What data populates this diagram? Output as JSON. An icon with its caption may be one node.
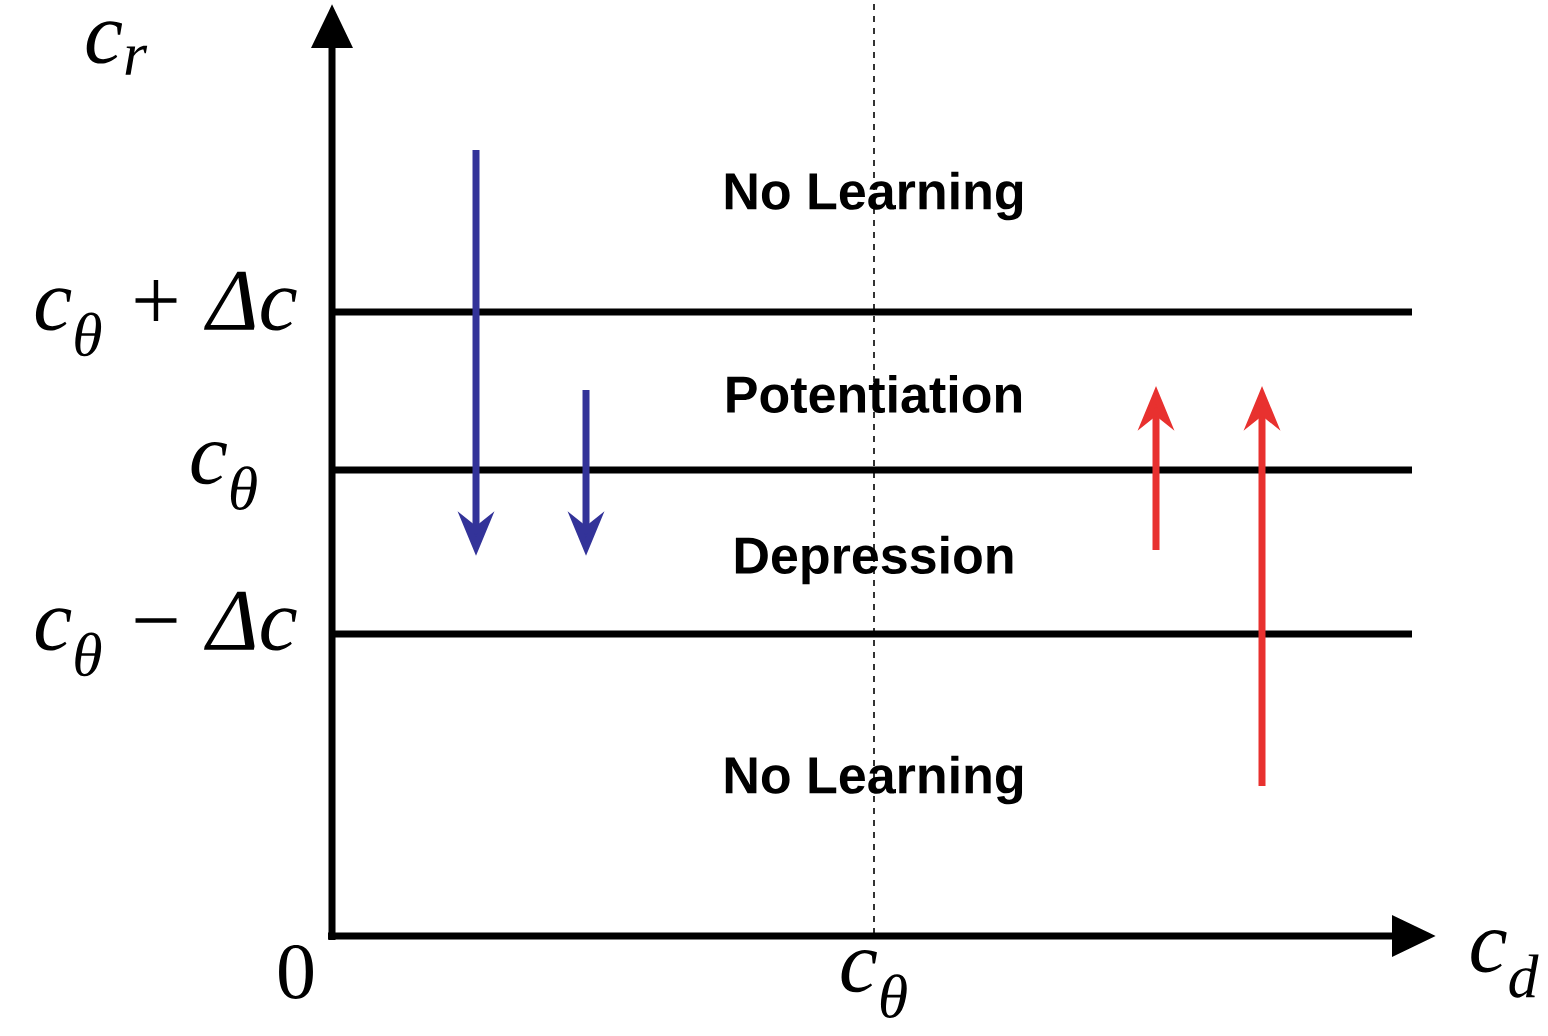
{
  "diagram": {
    "labels": [
      "c$_{r}$",
      "No Learning",
      "c$_{θ}$ + Δc",
      "Potentiation",
      "c$_{θ}$",
      "Depression",
      "c$_{θ}$ − Δc",
      "No Learning",
      "0",
      "c$_{θ}$",
      "c$_{d}$"
    ]
  }
}
